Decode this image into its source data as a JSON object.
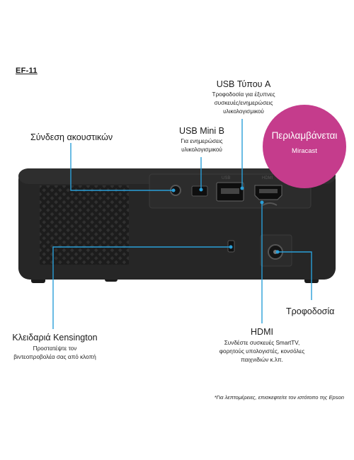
{
  "model": "EF-11",
  "badge": {
    "line1": "Περιλαμβάνεται",
    "line2": "Miracast",
    "color": "#c53c8c"
  },
  "callouts": {
    "usb_a": {
      "title": "USB Τύπου A",
      "desc": [
        "Τροφοδοσία για έξυπνες",
        "συσκευές/ενημερώσεις",
        "υλικολογισμικού"
      ]
    },
    "usb_mini": {
      "title": "USB Mini B",
      "desc": [
        "Για ενημερώσεις",
        "υλικολογισμικού"
      ]
    },
    "headphones": {
      "title": "Σύνδεση ακουστικών"
    },
    "power": {
      "title": "Τροφοδοσία"
    },
    "kensington": {
      "title": "Κλειδαριά Kensington",
      "desc": [
        "Προστατέψτε τον",
        "βιντεοπροβολέα σας από κλοπή"
      ]
    },
    "hdmi": {
      "title": "HDMI",
      "desc": [
        "Συνδέστε συσκευές SmartTV,",
        "φορητούς υπολογιστές, κονσόλες",
        "παιχνιδιών κ.λπ."
      ]
    }
  },
  "port_labels": {
    "usb": "USB",
    "hdmi": "HDMI"
  },
  "footnote": "*Για λεπτομέρειες, επισκεφτείτε τον ιστότοπο της Epson",
  "colors": {
    "callout_line": "#2a9fd8",
    "projector_body": "#252525"
  }
}
